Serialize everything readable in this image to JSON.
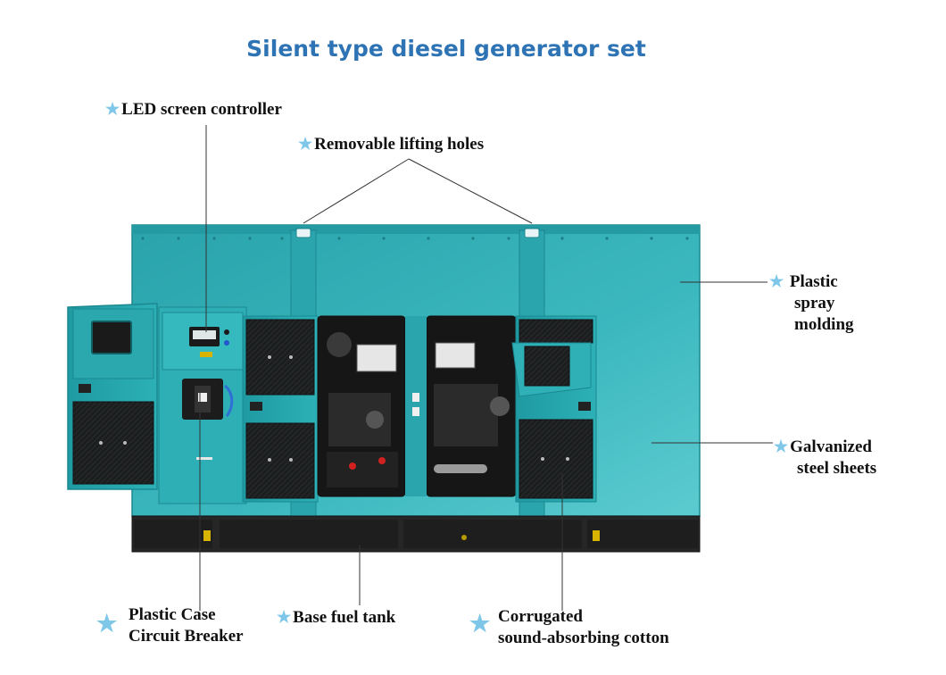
{
  "title": "Silent type diesel generator set",
  "colors": {
    "title": "#2e74b5",
    "canopy": "#2aa8ae",
    "canopy_light": "#4fc3c8",
    "panel_dark": "#1a1a1a",
    "base": "#2b2b2b",
    "star": "#7fc7e8"
  },
  "callouts": {
    "led_controller": "LED screen controller",
    "lifting_holes": "Removable lifting holes",
    "plastic_spray_1": "Plastic",
    "plastic_spray_2": "spray",
    "plastic_spray_3": "molding",
    "galvanized_1": "Galvanized",
    "galvanized_2": "steel sheets",
    "circuit_breaker_1": "Plastic Case",
    "circuit_breaker_2": "Circuit Breaker",
    "fuel_tank": "Base fuel tank",
    "cotton_1": "Corrugated",
    "cotton_2": "sound-absorbing cotton"
  },
  "icon": "star-icon"
}
